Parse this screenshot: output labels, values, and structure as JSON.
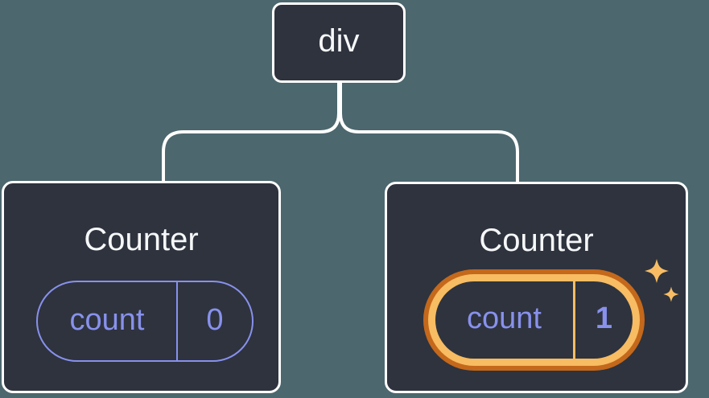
{
  "diagram": {
    "description": "React component tree: a div root with two Counter children; the second Counter's state is highlighted",
    "colors": {
      "background": "#4C676E",
      "node_fill": "#2E333E",
      "node_border": "#FFFFFF",
      "connector": "#FFFFFF",
      "state_purple": "#8891EC",
      "highlight_orange_dark": "#C4681B",
      "highlight_orange_light": "#F8BC62",
      "sparkle": "#F8BD64"
    },
    "root": {
      "label": "div"
    },
    "children": [
      {
        "title": "Counter",
        "state_name": "count",
        "state_value": "0",
        "highlighted": false
      },
      {
        "title": "Counter",
        "state_name": "count",
        "state_value": "1",
        "highlighted": true
      }
    ],
    "icons": {
      "sparkles": "sparkles-icon"
    }
  }
}
